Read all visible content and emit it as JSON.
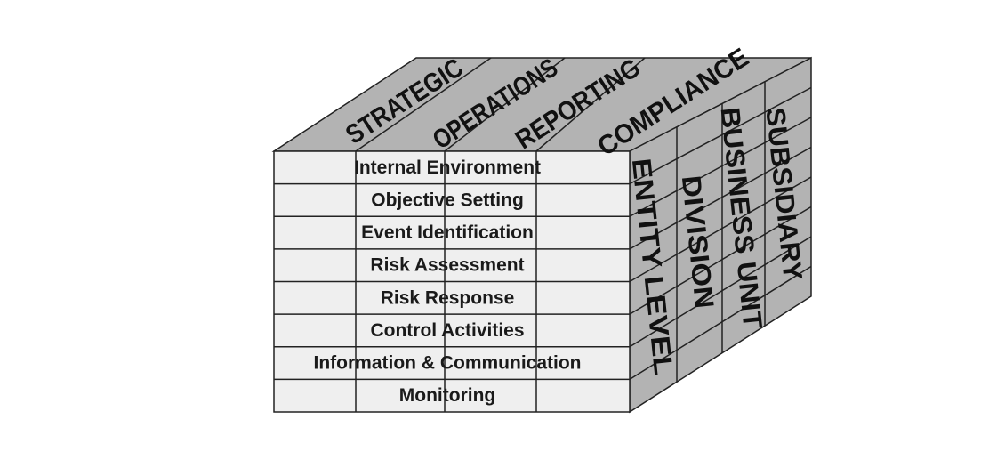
{
  "title": "COSO ERM Cube",
  "objectives": [
    "STRATEGIC",
    "OPERATIONS",
    "REPORTING",
    "COMPLIANCE"
  ],
  "components": [
    "Internal Environment",
    "Objective Setting",
    "Event Identification",
    "Risk Assessment",
    "Risk Response",
    "Control Activities",
    "Information & Communication",
    "Monitoring"
  ],
  "units": [
    "ENTITY LEVEL",
    "DIVISION",
    "BUSINESS UNIT",
    "SUBSIDIARY"
  ],
  "colors": {
    "front": "#efefef",
    "side": "#b3b3b3",
    "line": "#222222"
  }
}
